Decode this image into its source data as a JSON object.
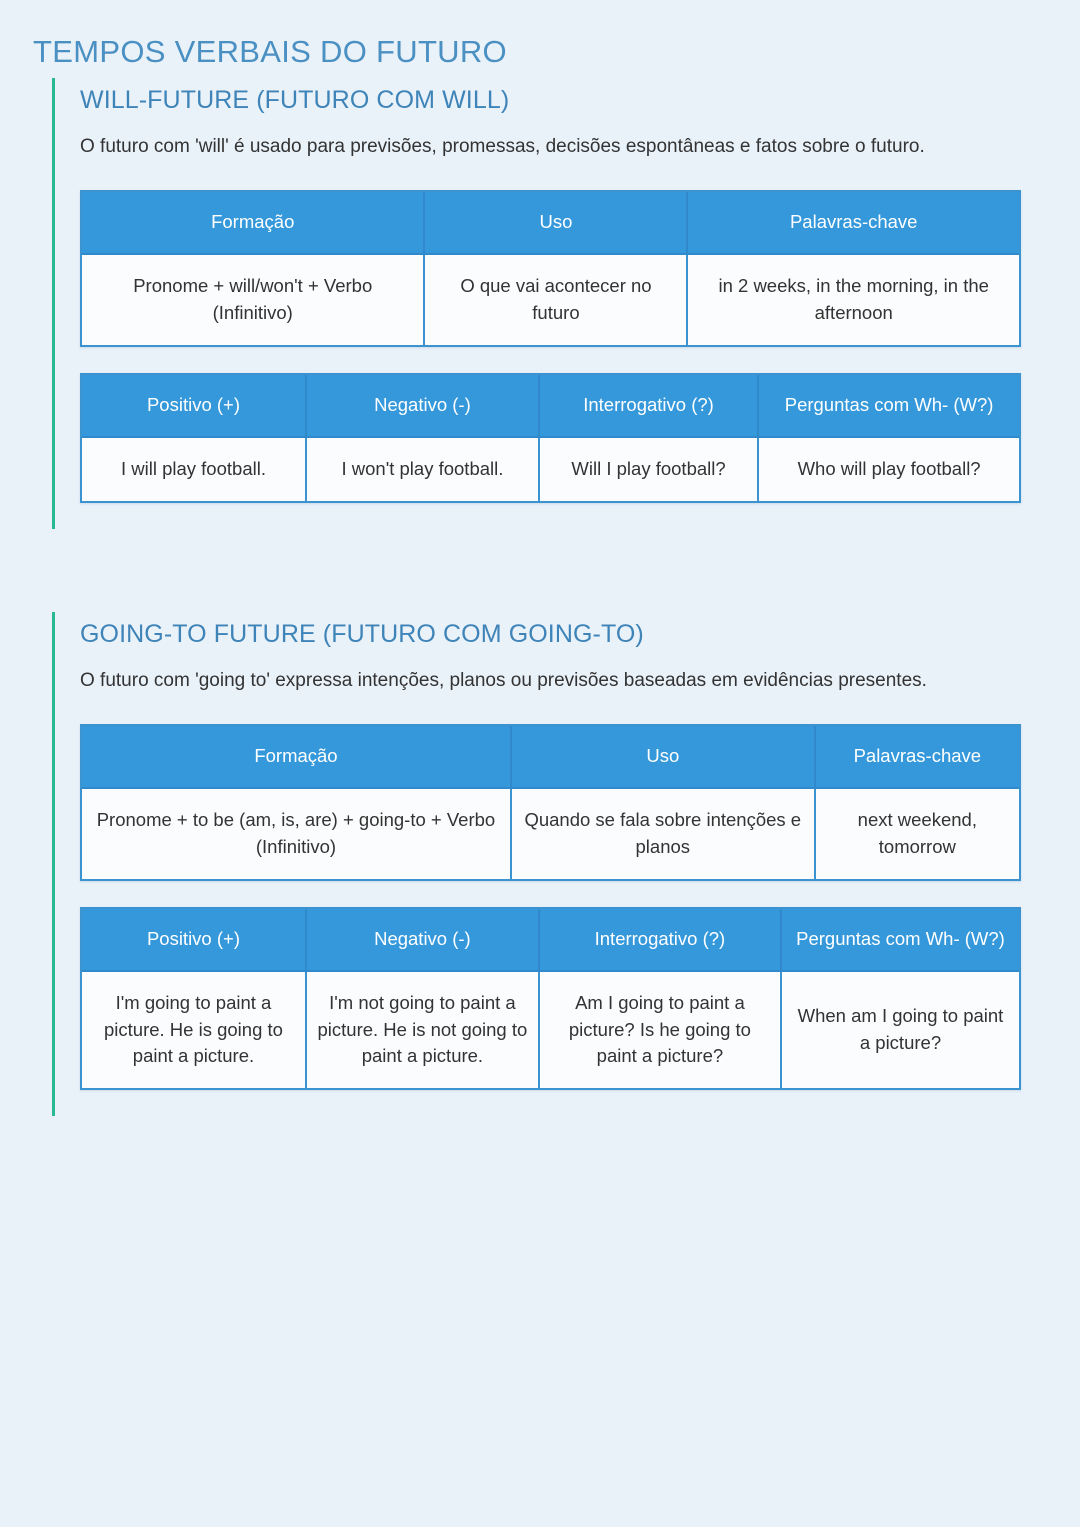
{
  "document": {
    "title": "TEMPOS VERBAIS DO FUTURO",
    "background_color": "#e9f1f9",
    "title_color": "#4a90c2",
    "accent_bar_color": "#2ab793",
    "table_header_color": "#3498db",
    "heading_color": "#3e84b8",
    "body_text_color": "#333333"
  },
  "sections": [
    {
      "heading": "WILL-FUTURE (FUTURO COM WILL)",
      "description": "O futuro com 'will' é usado para previsões, promessas, decisões espontâneas e fatos sobre o futuro.",
      "table_formation": {
        "headers": [
          "Formação",
          "Uso",
          "Palavras-chave"
        ],
        "rows": [
          [
            "Pronome + will/won't + Verbo (Infinitivo)",
            "O que vai acontecer no futuro",
            "in 2 weeks, in the morning, in the afternoon"
          ]
        ]
      },
      "table_forms": {
        "headers": [
          "Positivo (+)",
          "Negativo (-)",
          "Interrogativo (?)",
          "Perguntas com Wh- (W?)"
        ],
        "rows": [
          [
            "I will play football.",
            "I won't play football.",
            "Will I play football?",
            "Who will play football?"
          ]
        ]
      }
    },
    {
      "heading": "GOING-TO FUTURE (FUTURO COM GOING-TO)",
      "description": "O futuro com 'going to' expressa intenções, planos ou previsões baseadas em evidências presentes.",
      "table_formation": {
        "headers": [
          "Formação",
          "Uso",
          "Palavras-chave"
        ],
        "rows": [
          [
            "Pronome + to be (am, is, are) + going-to + Verbo (Infinitivo)",
            "Quando se fala sobre intenções e planos",
            "next weekend, tomorrow"
          ]
        ]
      },
      "table_forms": {
        "headers": [
          "Positivo (+)",
          "Negativo (-)",
          "Interrogativo (?)",
          "Perguntas com Wh- (W?)"
        ],
        "rows": [
          [
            "I'm going to paint a picture. He is going to paint a picture.",
            "I'm not going to paint a picture. He is not going to paint a picture.",
            "Am I going to paint a picture? Is he going to paint a picture?",
            "When am I going to paint a picture?"
          ]
        ]
      }
    }
  ]
}
